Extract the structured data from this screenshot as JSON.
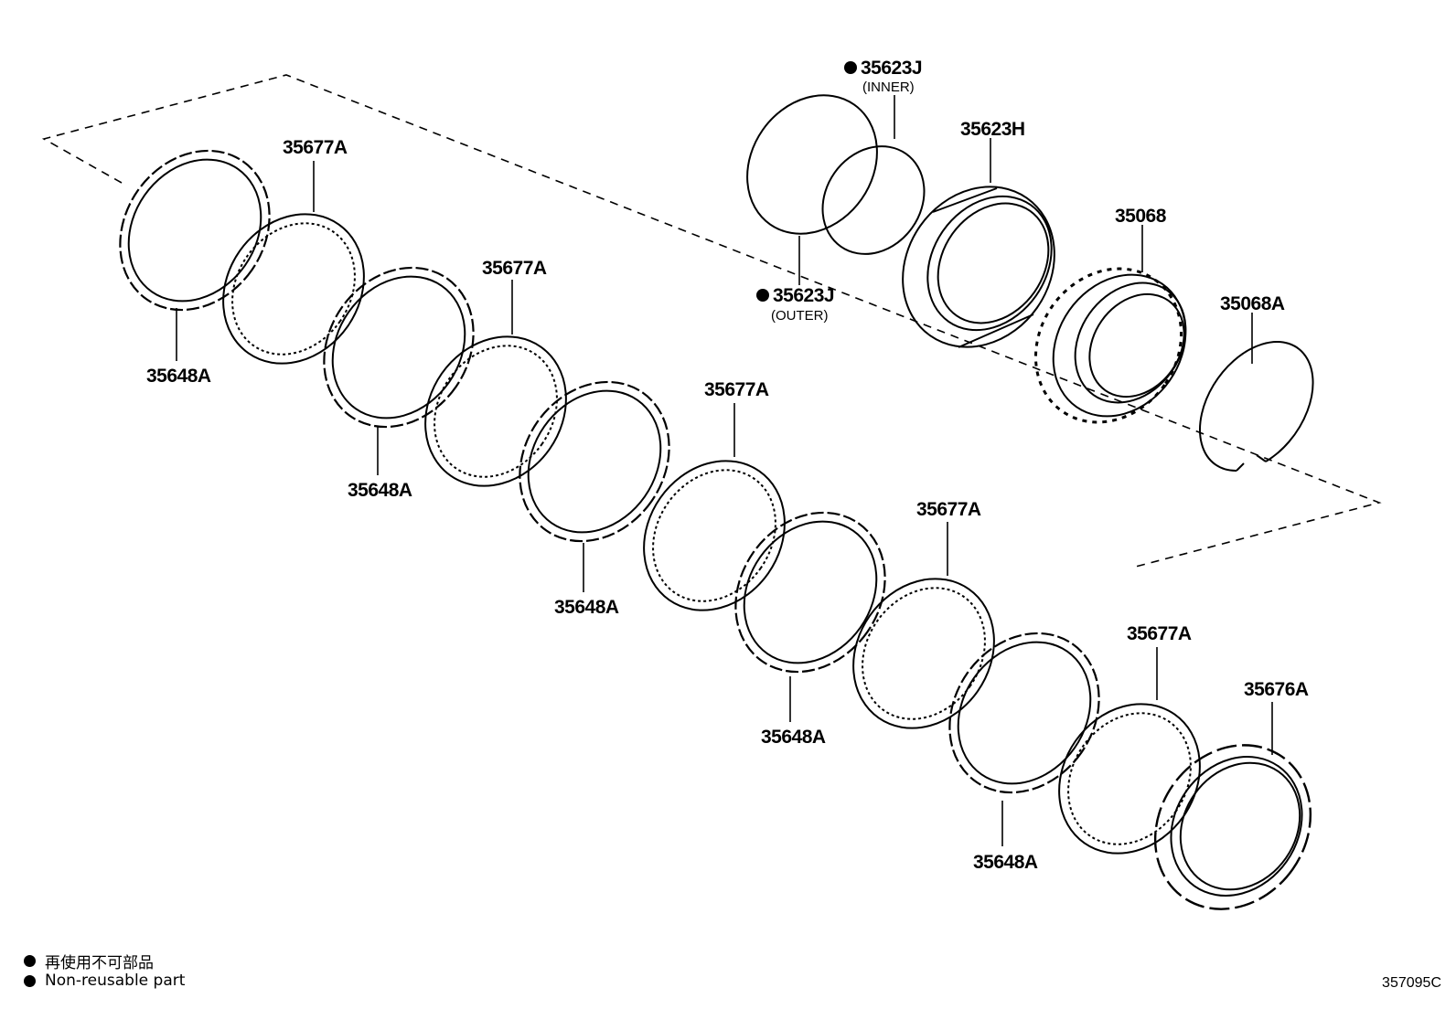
{
  "parts": {
    "snap_ring_inner": {
      "number": "35623J",
      "note": "(INNER)"
    },
    "snap_ring_outer": {
      "number": "35623J",
      "note": "(OUTER)"
    },
    "piston": {
      "number": "35623H"
    },
    "spring_assembly": {
      "number": "35068"
    },
    "snap_ring": {
      "number": "35068A"
    },
    "disc": {
      "number": "35677A"
    },
    "plate": {
      "number": "35648A"
    },
    "flange": {
      "number": "35676A"
    }
  },
  "legend": [
    {
      "text": "再使用不可部品"
    },
    {
      "text": "Non-reusable part"
    }
  ],
  "illustration_code": "357095C"
}
